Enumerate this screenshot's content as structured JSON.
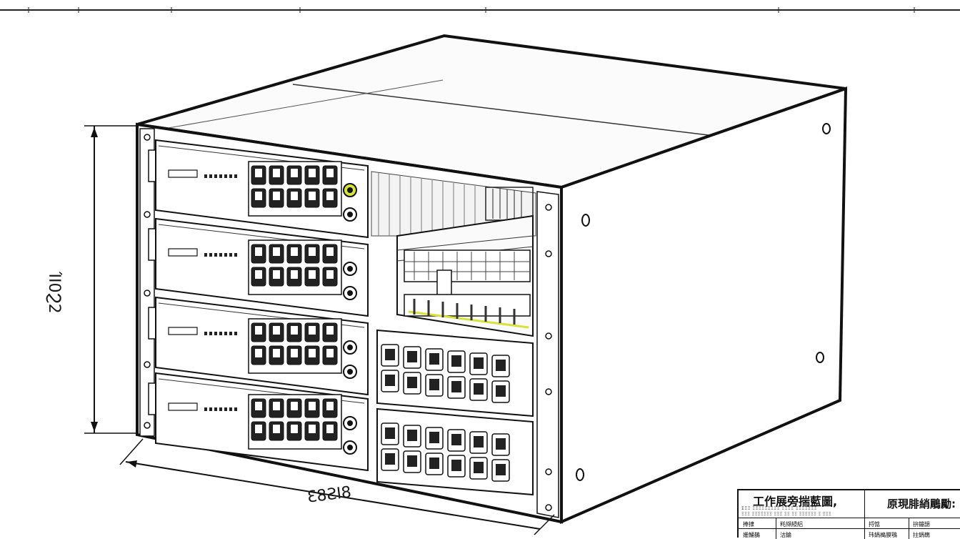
{
  "dimensions": {
    "height_label": "ΊΙ0Ϩ2",
    "width_label": "Ɛ8ƧΙ8"
  },
  "title_block": {
    "title": "工作展旁揣藍圖,",
    "subtitle_line1": "ΣΞΞ ΞΞΞΞΞΞΞΞΞ ΞΞΞΞ ΞΞΞΞΞΞΞ",
    "subtitle_line2": "ΞΞΞ ΞΞΞΞΞΞΞ ΞΞΞ ΞΞ ΞΞ ΞΞΞΞΞΞ Ξ ΞΞΞ",
    "right_title": "原現腓綃鵰勵:",
    "cells": [
      {
        "text": "捧捸"
      },
      {
        "text": "粍纐綅絽"
      },
      {
        "text": "捋惦"
      },
      {
        "text": "拚鏰郶"
      }
    ],
    "cells_row2": [
      {
        "text": "姗鯒鵲"
      },
      {
        "text": "沽錀"
      },
      {
        "text": "玮鍋槝膜鶚"
      },
      {
        "text": "拄鍋鶾"
      }
    ]
  },
  "colors": {
    "line": "#111111",
    "indicator": "#d8e33a"
  }
}
